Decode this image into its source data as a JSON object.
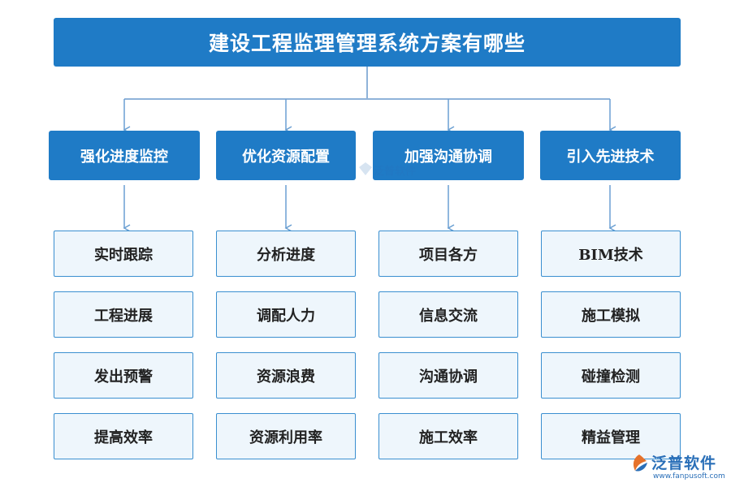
{
  "title": "建设工程监理管理系统方案有哪些",
  "categories": [
    {
      "label": "强化进度监控",
      "items": [
        "实时跟踪",
        "工程进展",
        "发出预警",
        "提高效率"
      ]
    },
    {
      "label": "优化资源配置",
      "items": [
        "分析进度",
        "调配人力",
        "资源浪费",
        "资源利用率"
      ]
    },
    {
      "label": "加强沟通协调",
      "items": [
        "项目各方",
        "信息交流",
        "沟通协调",
        "施工效率"
      ]
    },
    {
      "label": "引入先进技术",
      "items": [
        "BIM技术",
        "施工模拟",
        "碰撞检测",
        "精益管理"
      ]
    }
  ],
  "logo": {
    "name": "泛普软件",
    "url": "www.fanpusoft.com"
  },
  "watermark": {
    "name": "泛普软件"
  },
  "colors": {
    "primary": "#1f7bc6",
    "item_bg": "#eef6fc",
    "item_border": "#3a8fd0",
    "line": "#6a9fd2"
  }
}
